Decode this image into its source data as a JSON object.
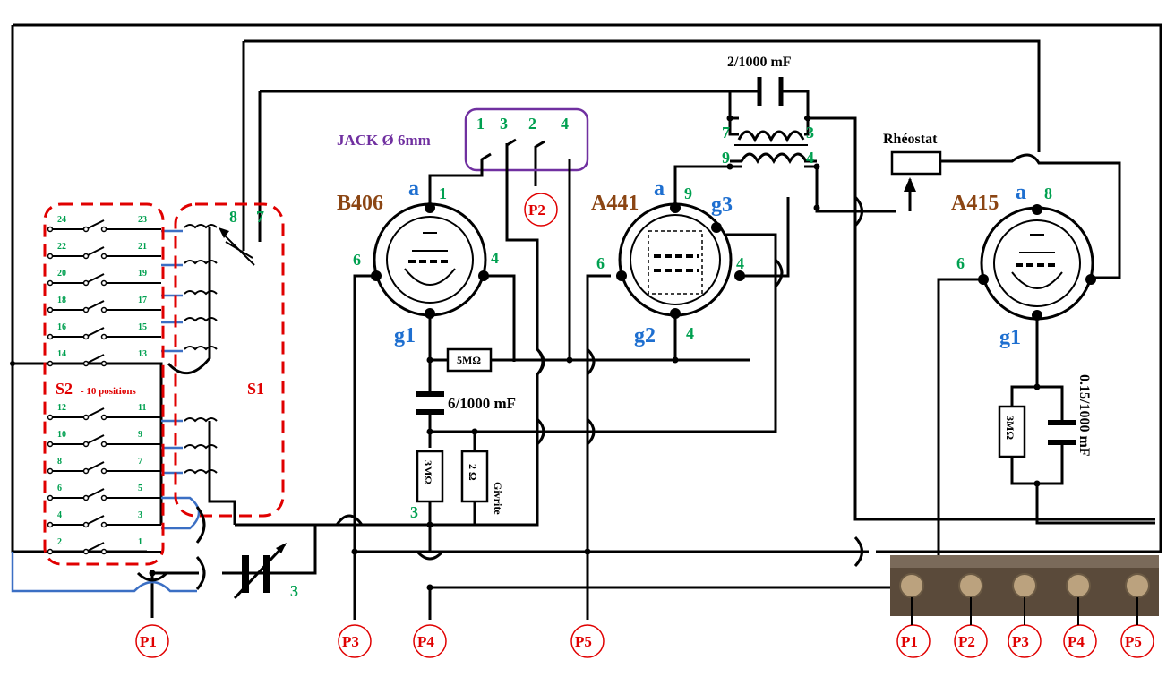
{
  "tubes": {
    "b406": {
      "name": "B406"
    },
    "a441": {
      "name": "A441"
    },
    "a415": {
      "name": "A415"
    }
  },
  "pins": {
    "b406_a": "a",
    "b406_1": "1",
    "b406_6": "6",
    "b406_4": "4",
    "b406_g1": "g1",
    "a441_a": "a",
    "a441_9": "9",
    "a441_g3": "g3",
    "a441_6": "6",
    "a441_4": "4",
    "a441_g2": "g2",
    "a441_4b": "4",
    "a415_a": "a",
    "a415_8": "8",
    "a415_6": "6",
    "a415_g1": "g1"
  },
  "jack": {
    "label": "JACK Ø 6mm",
    "pins": [
      "1",
      "3",
      "2",
      "4"
    ]
  },
  "switches": {
    "s1": "S1",
    "s2": "S2",
    "s2_note": "- 10 positions",
    "contacts_left": [
      "24",
      "22",
      "20",
      "18",
      "16",
      "14",
      "12",
      "10",
      "8",
      "6",
      "4",
      "2"
    ],
    "contacts_right": [
      "23",
      "21",
      "19",
      "17",
      "15",
      "13",
      "11",
      "9",
      "7",
      "5",
      "3",
      "1"
    ],
    "coil_8": "8",
    "coil_7": "7"
  },
  "components": {
    "c_top": "2/1000 mF",
    "c_mid": "6/1000 mF",
    "c_right": "0.15/1000 mF",
    "r_5m": "5MΩ",
    "r_3m": "3MΩ",
    "r_2": "2 Ω",
    "givrite": "Givrite",
    "r_3m_right": "3MΩ",
    "rheostat": "Rhéostat",
    "transfo": [
      "7",
      "3",
      "9",
      "4"
    ],
    "var_cap_pin": "3",
    "node_3": "3"
  },
  "points": [
    "P1",
    "P2",
    "P3",
    "P4",
    "P5"
  ],
  "photo_points": [
    "P1",
    "P2",
    "P3",
    "P4",
    "P5"
  ],
  "colors": {
    "wire": "#000000",
    "red": "#e00000",
    "green": "#00a050",
    "blue": "#1e6fd0",
    "brown": "#8b4513",
    "purple": "#7030a0"
  }
}
